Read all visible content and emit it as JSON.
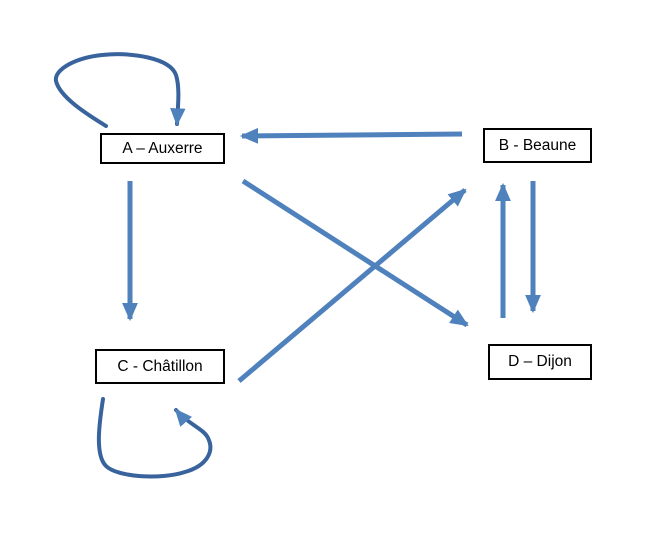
{
  "diagram": {
    "colors": {
      "arrow": "#4f81bd",
      "loop": "#38639c",
      "node_border": "#000000",
      "node_text": "#000000",
      "background": "#ffffff"
    },
    "nodes": [
      {
        "id": "A",
        "label": "A – Auxerre"
      },
      {
        "id": "B",
        "label": "B - Beaune"
      },
      {
        "id": "C",
        "label": "C - Châtillon"
      },
      {
        "id": "D",
        "label": "D – Dijon"
      }
    ],
    "edges": [
      {
        "from": "B",
        "to": "A",
        "type": "straight-arrow"
      },
      {
        "from": "A",
        "to": "C",
        "type": "straight-arrow"
      },
      {
        "from": "A",
        "to": "D",
        "type": "straight-arrow"
      },
      {
        "from": "C",
        "to": "B",
        "type": "straight-arrow"
      },
      {
        "from": "D",
        "to": "B",
        "type": "straight-arrow"
      },
      {
        "from": "B",
        "to": "D",
        "type": "straight-arrow"
      },
      {
        "from": "A",
        "to": "A",
        "type": "self-loop"
      },
      {
        "from": "C",
        "to": "C",
        "type": "self-loop"
      }
    ]
  }
}
